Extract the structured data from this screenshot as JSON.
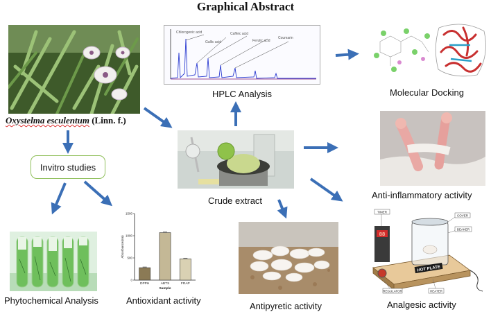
{
  "title": "Graphical Abstract",
  "species": {
    "genus_species": "Oxystelma esculentum",
    "authority": " (Linn. f.)"
  },
  "nodes": {
    "invitro": "Invitro studies",
    "hplc": "HPLC Analysis",
    "docking": "Molecular Docking",
    "crude": "Crude extract",
    "antiinflammatory": "Anti-inflammatory activity",
    "phytochemical": "Phytochemical Analysis",
    "antioxidant": "Antioxidant activity",
    "antipyretic": "Antipyretic activity",
    "analgesic": "Analgesic activity"
  },
  "hplc_peaks": [
    "Chlorogenic acid",
    "Gallic acid",
    "Caffeic acid",
    "Ferulic acid",
    "Coumarin"
  ],
  "hotplate": {
    "labels": [
      "TIMER",
      "COVER",
      "BEAKER",
      "HOT PLATE",
      "REGULATOR",
      "HEATER"
    ],
    "display": "88"
  },
  "colors": {
    "arrow": "#3b6fb6",
    "box_border": "#8fbf5a"
  },
  "chart_data": {
    "type": "bar",
    "categories": [
      "DPPH",
      "ABTS",
      "FRAP"
    ],
    "values": [
      280,
      1070,
      480
    ],
    "ylim": [
      0,
      1500
    ],
    "yticks": [
      "0",
      "500",
      "1000",
      "1500"
    ],
    "ylabel": "Absorbance(nm)",
    "xlabel": "Sample",
    "colors": [
      "#8b7a55",
      "#c4b896",
      "#d9d1b3"
    ]
  }
}
